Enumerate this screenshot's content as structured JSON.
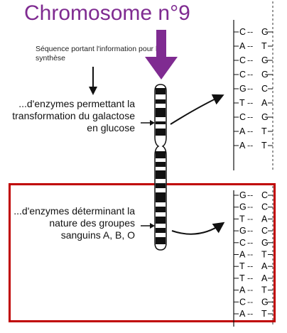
{
  "title": "Chromosome n°9",
  "sequence_caption": "Séquence portant l'information pour la synthèse",
  "description_top": "...d'enzymes permettant la transformation du galactose en glucose",
  "description_bottom": "...d'enzymes déterminant la nature des groupes sanguins A, B, O",
  "dna_top": [
    [
      "C",
      "G"
    ],
    [
      "A",
      "T"
    ],
    [
      "C",
      "G"
    ],
    [
      "C",
      "G"
    ],
    [
      "G",
      "C"
    ],
    [
      "T",
      "A"
    ],
    [
      "C",
      "G"
    ],
    [
      "A",
      "T"
    ],
    [
      "A",
      "T"
    ]
  ],
  "dna_bottom": [
    [
      "G",
      "C"
    ],
    [
      "G",
      "C"
    ],
    [
      "T",
      "A"
    ],
    [
      "G",
      "C"
    ],
    [
      "C",
      "G"
    ],
    [
      "A",
      "T"
    ],
    [
      "T",
      "A"
    ],
    [
      "T",
      "A"
    ],
    [
      "A",
      "T"
    ],
    [
      "C",
      "G"
    ],
    [
      "A",
      "T"
    ]
  ],
  "colors": {
    "title": "#7f2b91",
    "arrow": "#7f2b91",
    "frame": "#c00000"
  }
}
